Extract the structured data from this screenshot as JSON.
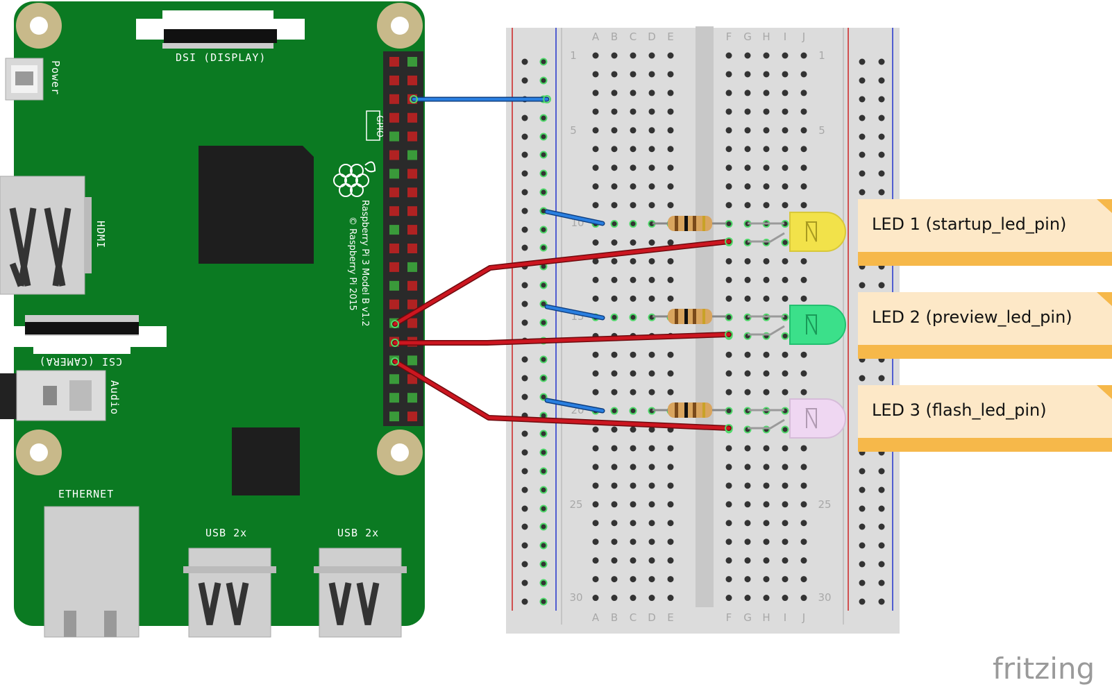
{
  "board": {
    "labels": {
      "dsi": "DSI (DISPLAY)",
      "power": "Power",
      "hdmi": "HDMI",
      "csi": "CSI (CAMERA)",
      "audio": "Audio",
      "gpio": "GPIO",
      "ethernet": "ETHERNET",
      "usb1": "USB 2x",
      "usb2": "USB 2x",
      "model": "Raspberry Pi 3 Model B v1.2",
      "copyright": "© Raspberry Pi 2015"
    }
  },
  "breadboard": {
    "columns_left": [
      "A",
      "B",
      "C",
      "D",
      "E"
    ],
    "columns_right": [
      "F",
      "G",
      "H",
      "I",
      "J"
    ],
    "row_markers": [
      "1",
      "5",
      "10",
      "15",
      "20",
      "25",
      "30"
    ]
  },
  "notes": [
    {
      "text": "LED 1 (startup_led_pin)",
      "led_color": "#f2e24a"
    },
    {
      "text": "LED 2 (preview_led_pin)",
      "led_color": "#3be08a"
    },
    {
      "text": "LED 3 (flash_led_pin)",
      "led_color": "#efd7f2"
    }
  ],
  "colors": {
    "pcb": "#0b7a22",
    "wire_ground": "#1f6fd0",
    "wire_signal": "#c8121c",
    "note_bg": "#fde8c7",
    "note_band": "#f6b84a"
  },
  "brand": "fritzing"
}
